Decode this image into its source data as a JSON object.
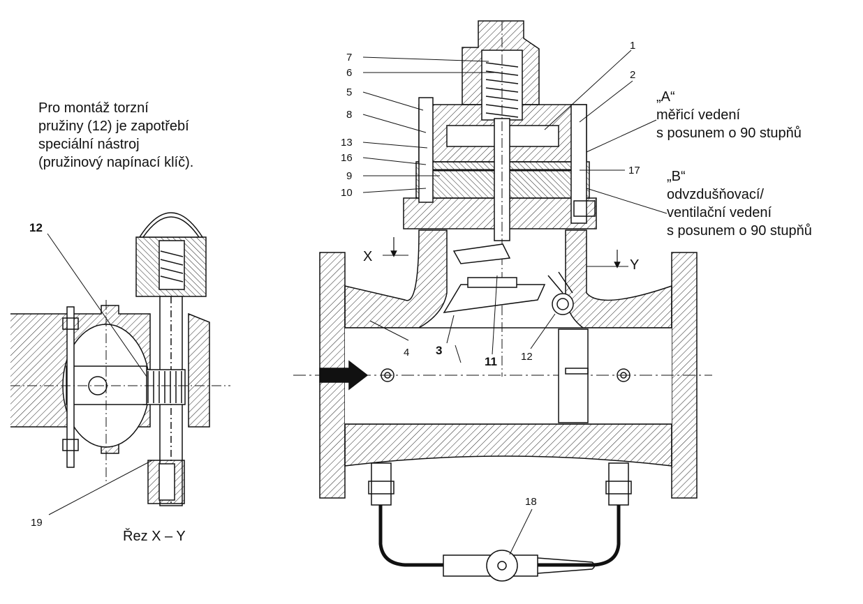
{
  "montage_note": [
    "Pro montáž torzní",
    "pružiny (12) je zapotřebí",
    "speciální nástroj",
    "(pružinový napínací klíč)."
  ],
  "measuring_line": [
    "„A“",
    "měřicí vedení",
    "s posunem o 90 stupňů"
  ],
  "vent_line": [
    "„B“",
    "odvzdušňovací/",
    "ventilační vedení",
    "s posunem o 90 stupňů"
  ],
  "section_title": "Řez X – Y",
  "section_markers": {
    "x": "X",
    "y": "Y"
  },
  "part_numbers": {
    "p1": "1",
    "p2": "2",
    "p3": "3",
    "p4": "4",
    "p5": "5",
    "p6": "6",
    "p7": "7",
    "p8": "8",
    "p9": "9",
    "p10": "10",
    "p11": "11",
    "p12_main": "12",
    "p12_section": "12",
    "p13": "13",
    "p16": "16",
    "p17": "17",
    "p18": "18",
    "p19": "19"
  }
}
